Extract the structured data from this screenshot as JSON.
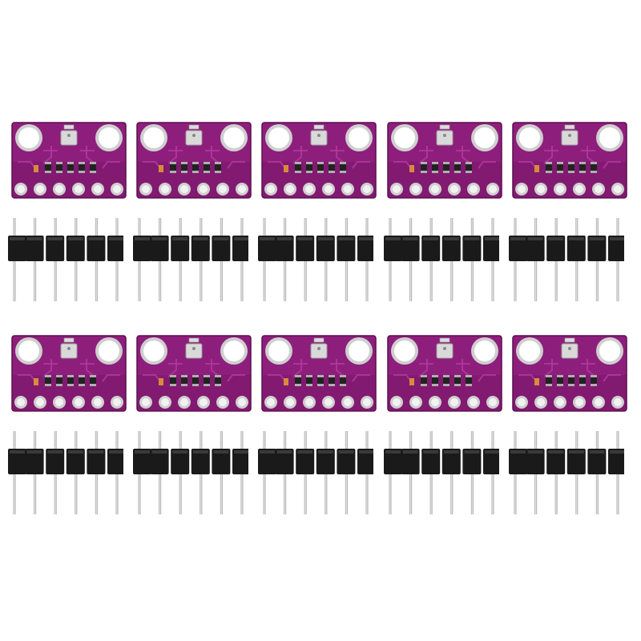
{
  "product": {
    "board_count": 10,
    "header_count": 10,
    "pins_per_header": 6,
    "pads_per_board": 6,
    "rows": 2,
    "columns": 5
  },
  "colors": {
    "background": "#ffffff",
    "pcb": "#8e1e7c",
    "pcb_dark": "#6e145f",
    "pcb_edge": "#5a0f4e",
    "trace": "#b43aa0",
    "pad": "#f2f2f2",
    "pad_ring": "#cfcfcf",
    "sensor": "#d9d9d9",
    "component": "#222222",
    "component_end": "#b0b0b0",
    "header_plastic": "#1a1a1a",
    "pin_metal": "#b9b9b9",
    "resistor_amber": "#d98a3a"
  },
  "icons": {
    "board": "sensor-breakout-board-icon",
    "header": "pin-header-6pin-icon"
  }
}
